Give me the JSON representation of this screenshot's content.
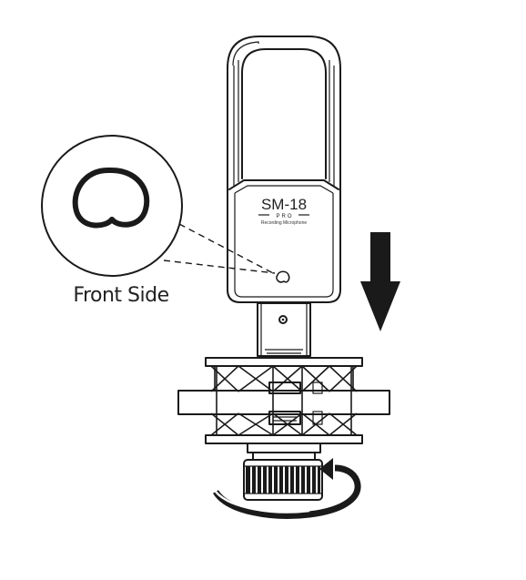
{
  "callout": {
    "caption": "Front Side"
  },
  "microphone": {
    "model": "SM-18",
    "edition": "PRO",
    "description": "Recording Microphone"
  },
  "icons": {
    "indicator": "cardioid-pattern-icon",
    "insert_direction": "down-arrow-icon",
    "rotate_direction": "curved-rotate-arrow-icon"
  },
  "colors": {
    "line": "#1a1a1a",
    "background": "#ffffff"
  }
}
